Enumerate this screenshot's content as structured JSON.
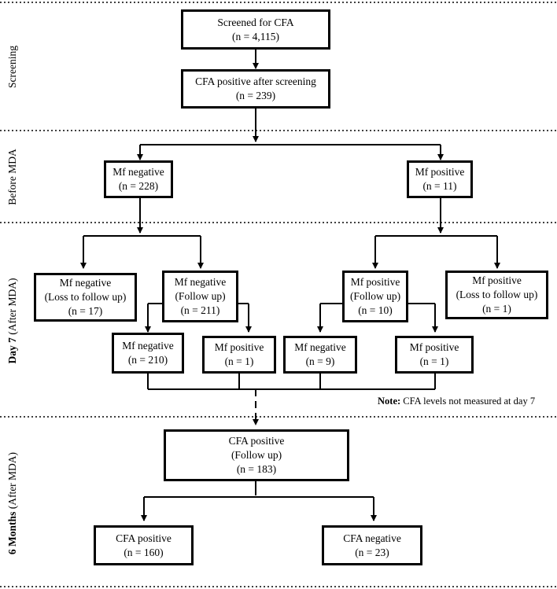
{
  "stages": {
    "screening": "Screening",
    "before_mda": "Before MDA",
    "day7_bold": "Day 7",
    "day7_rest": " (After MDA)",
    "six_months_bold": "6 Months",
    "six_months_rest": " (After MDA)"
  },
  "boxes": {
    "screened": {
      "line1": "Screened for CFA",
      "line2": "(n = 4,115)"
    },
    "cfa_pos_screen": {
      "line1": "CFA positive after screening",
      "line2": "(n = 239)"
    },
    "mf_neg_before": {
      "line1": "Mf negative",
      "line2": "(n = 228)"
    },
    "mf_pos_before": {
      "line1": "Mf positive",
      "line2": "(n = 11)"
    },
    "mf_neg_loss": {
      "line1": "Mf negative",
      "line2": "(Loss to follow up)",
      "line3": "(n = 17)"
    },
    "mf_neg_follow": {
      "line1": "Mf negative",
      "line2": "(Follow up)",
      "line3": "(n = 211)"
    },
    "mf_pos_follow": {
      "line1": "Mf positive",
      "line2": "(Follow up)",
      "line3": "(n = 10)"
    },
    "mf_pos_loss": {
      "line1": "Mf positive",
      "line2": "(Loss to follow up)",
      "line3": "(n = 1)"
    },
    "d7_neg_a": {
      "line1": "Mf negative",
      "line2": "(n = 210)"
    },
    "d7_pos_a": {
      "line1": "Mf positive",
      "line2": "(n = 1)"
    },
    "d7_neg_b": {
      "line1": "Mf negative",
      "line2": "(n = 9)"
    },
    "d7_pos_b": {
      "line1": "Mf positive",
      "line2": "(n = 1)"
    },
    "cfa_follow": {
      "line1": "CFA positive",
      "line2": "(Follow up)",
      "line3": "(n = 183)"
    },
    "cfa_pos_6m": {
      "line1": "CFA positive",
      "line2": "(n = 160)"
    },
    "cfa_neg_6m": {
      "line1": "CFA negative",
      "line2": "(n = 23)"
    }
  },
  "note": {
    "label": "Note:",
    "text": " CFA levels not measured at day 7"
  }
}
